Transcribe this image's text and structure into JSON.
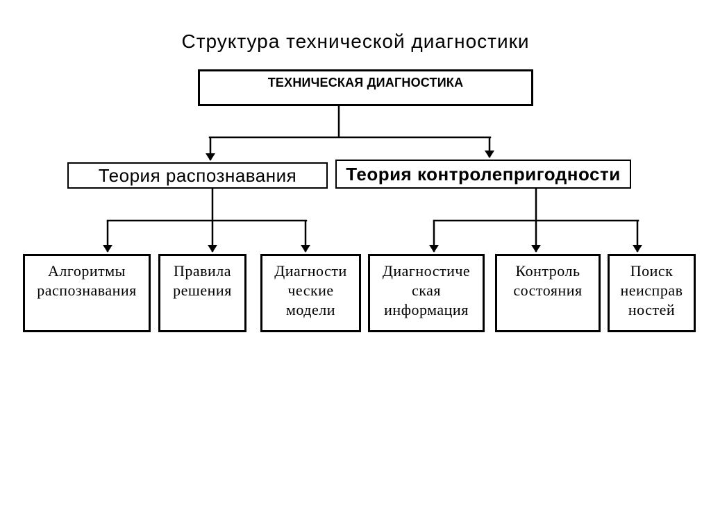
{
  "page": {
    "title": "Структура технической диагностики",
    "background": "#ffffff",
    "ink": "#000000"
  },
  "diagram": {
    "root": {
      "label": "ТЕХНИЧЕСКАЯ ДИАГНОСТИКА"
    },
    "branches": [
      {
        "label": "Теория распознавания"
      },
      {
        "label": "Теория контролепригодности"
      }
    ],
    "leaves": [
      {
        "lines": [
          "Алгоритмы",
          "распознавания"
        ]
      },
      {
        "lines": [
          "Правила",
          "решения"
        ]
      },
      {
        "lines": [
          "Диагности",
          "ческие",
          "модели"
        ]
      },
      {
        "lines": [
          "Диагностиче",
          "ская",
          "информация"
        ]
      },
      {
        "lines": [
          "Контроль",
          "состояния"
        ]
      },
      {
        "lines": [
          "Поиск",
          "неисправ",
          "ностей"
        ]
      }
    ]
  }
}
